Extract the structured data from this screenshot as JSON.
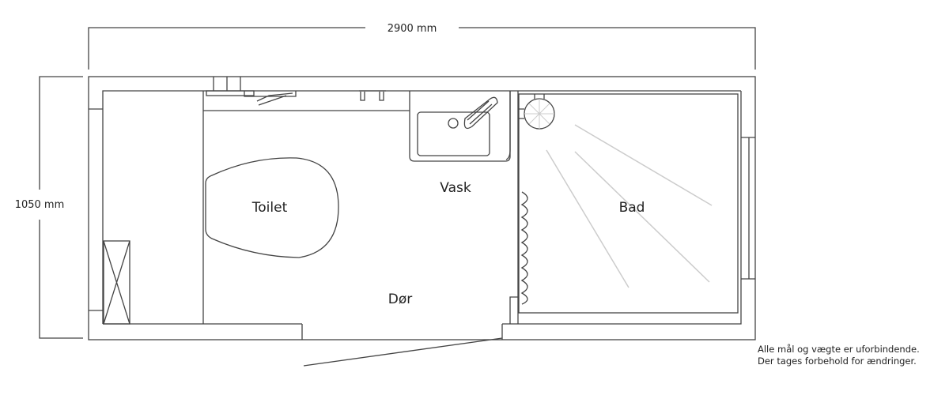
{
  "dimensions": {
    "width": "2900 mm",
    "height": "1050 mm"
  },
  "rooms": {
    "toilet": "Toilet",
    "sink": "Vask",
    "shower": "Bad",
    "door": "Dør"
  },
  "disclaimer": {
    "line1": "Alle mål og vægte er uforbindende.",
    "line2": "Der tages forbehold for ændringer."
  }
}
